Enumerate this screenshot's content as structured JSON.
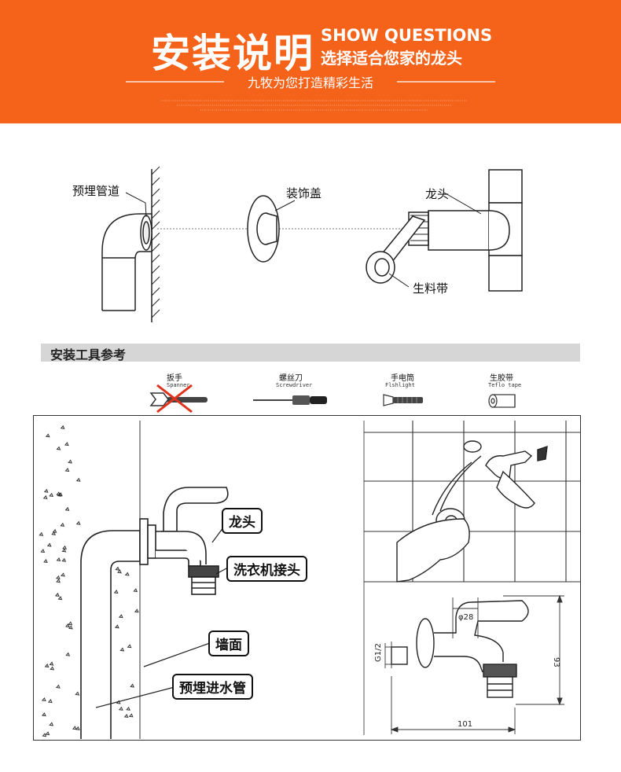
{
  "banner": {
    "title": "安装说明",
    "title_en": "SHOW QUESTIONS",
    "subtitle": "选择适合您家的龙头",
    "slogan": "九牧为您打造精彩生活",
    "bg_color": "#f5621a"
  },
  "top_diagram": {
    "label_pipe": "预埋管道",
    "label_cover": "装饰盖",
    "label_faucet": "龙头",
    "label_tape": "生料带"
  },
  "tools": {
    "title": "安装工具参考",
    "items": [
      {
        "name": "扳手",
        "name_en": "Spanner",
        "icon": "wrench-icon",
        "crossed": true
      },
      {
        "name": "螺丝刀",
        "name_en": "Screwdriver",
        "icon": "screwdriver-icon",
        "crossed": false
      },
      {
        "name": "手电筒",
        "name_en": "Flshlight",
        "icon": "flashlight-icon",
        "crossed": false
      },
      {
        "name": "生胶带",
        "name_en": "Teflo tape",
        "icon": "tape-icon",
        "crossed": false
      }
    ]
  },
  "install_diagram": {
    "label_faucet": "龙头",
    "label_adapter": "洗衣机接头",
    "label_wall": "墙面",
    "label_pipe": "预埋进水管"
  },
  "dimensions": {
    "diameter": "φ28",
    "thread": "G1/2",
    "height": "93",
    "length": "101"
  }
}
